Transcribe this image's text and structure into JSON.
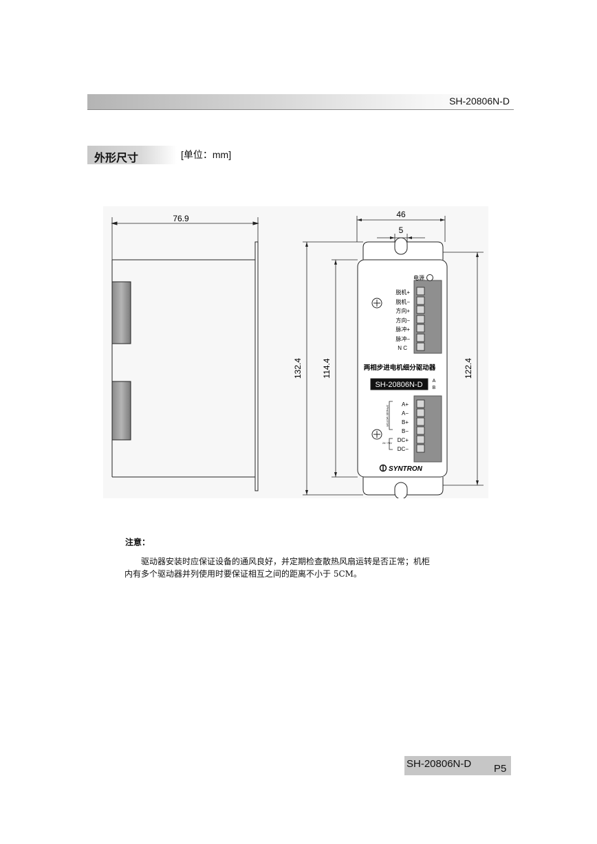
{
  "header": {
    "model_code": "SH-20806N-D"
  },
  "section": {
    "title": "外形尺寸",
    "unit": "[单位：mm]"
  },
  "drawing": {
    "dims": {
      "width_side": "76.9",
      "width_front": "46",
      "slot": "5",
      "height_total": "132.4",
      "height_body": "114.4",
      "height_mount": "122.4"
    },
    "panel": {
      "power_label": "电源",
      "signal_terminals": [
        "脱机+",
        "脱机−",
        "方向+",
        "方向−",
        "脉冲+",
        "脉冲−",
        "N C"
      ],
      "product_name": "两相步进电机细分驱动器",
      "model_label": "SH-20806N-D",
      "ab_labels": [
        "A",
        "B"
      ],
      "motor_terminals": [
        "A+",
        "A−",
        "B+",
        "B−"
      ],
      "power_terminals": [
        "DC+",
        "DC−"
      ],
      "motor_bracket_text": "2PHASE MOTOR",
      "power_bracket_text": "24~70V",
      "brand": "SYNTRON"
    }
  },
  "note": {
    "title": "注意：",
    "line1": "驱动器安装时应保证设备的通风良好，并定期检查散热风扇运转是否正常；机柜",
    "line2": "内有多个驱动器并列使用时要保证相互之间的距离不小于 5CM。"
  },
  "footer": {
    "model_code": "SH-20806N-D",
    "page": "P5"
  }
}
